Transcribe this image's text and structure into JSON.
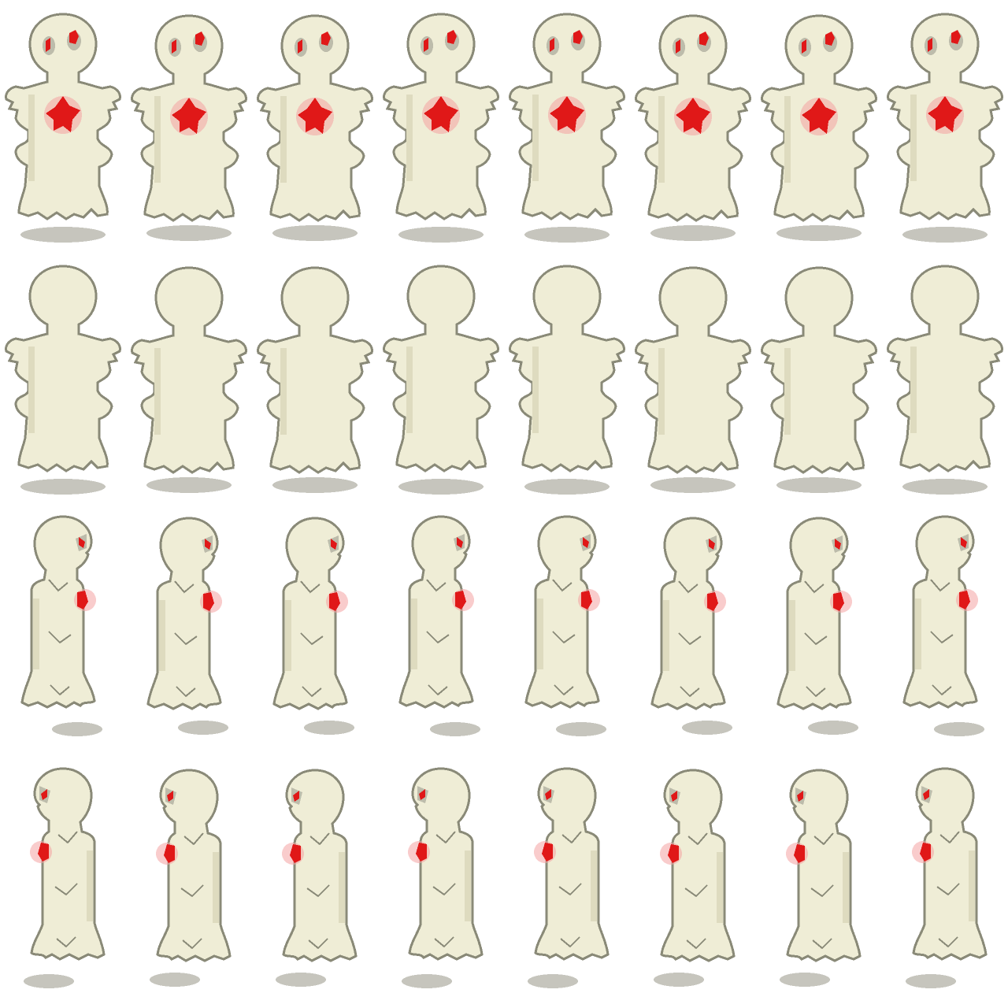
{
  "sprite_sheet": {
    "columns": 8,
    "rows": [
      {
        "direction": "down",
        "frames": 8
      },
      {
        "direction": "up",
        "frames": 8
      },
      {
        "direction": "right",
        "frames": 8
      },
      {
        "direction": "left",
        "frames": 8
      }
    ]
  },
  "colors": {
    "body": "#efedd6",
    "body_shade": "#dedbbf",
    "outline": "#8a8a78",
    "eye_socket": "#bdbcab",
    "red": "#e01818",
    "glow": "#f4a3a3",
    "shadow": "#c6c5bd",
    "background": "#ffffff"
  }
}
